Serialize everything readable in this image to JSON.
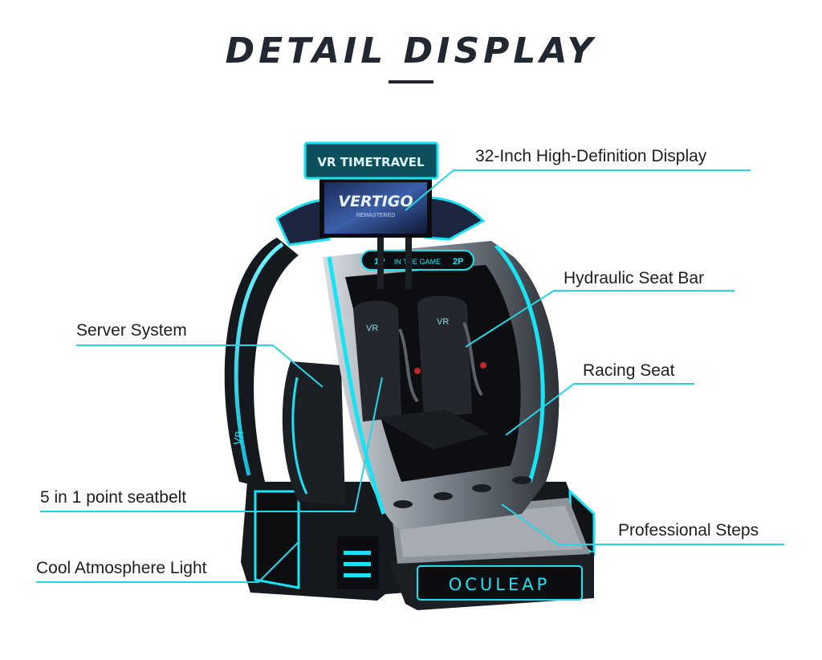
{
  "heading": "DETAIL DISPLAY",
  "callouts": {
    "display": "32-Inch High-Definition Display",
    "seat_bar": "Hydraulic Seat Bar",
    "server": "Server System",
    "racing_seat": "Racing Seat",
    "seatbelt": "5 in 1 point seatbelt",
    "steps": "Professional Steps",
    "light": "Cool Atmosphere Light"
  },
  "machine": {
    "sign_text": "VR TIMETRAVEL",
    "screen_title": "VERTIGO",
    "screen_subtitle": "REMASTERED",
    "player_one": "1P",
    "player_two": "2P",
    "game_banner": "IN THE GAME",
    "seat_badge": "VR",
    "side_badge": "VR",
    "brand": "OCULEAP"
  },
  "colors": {
    "accent": "#19e3f2",
    "callout_line": "#27d6e6",
    "body": "#1a1d22",
    "text": "#1e1e1e"
  }
}
